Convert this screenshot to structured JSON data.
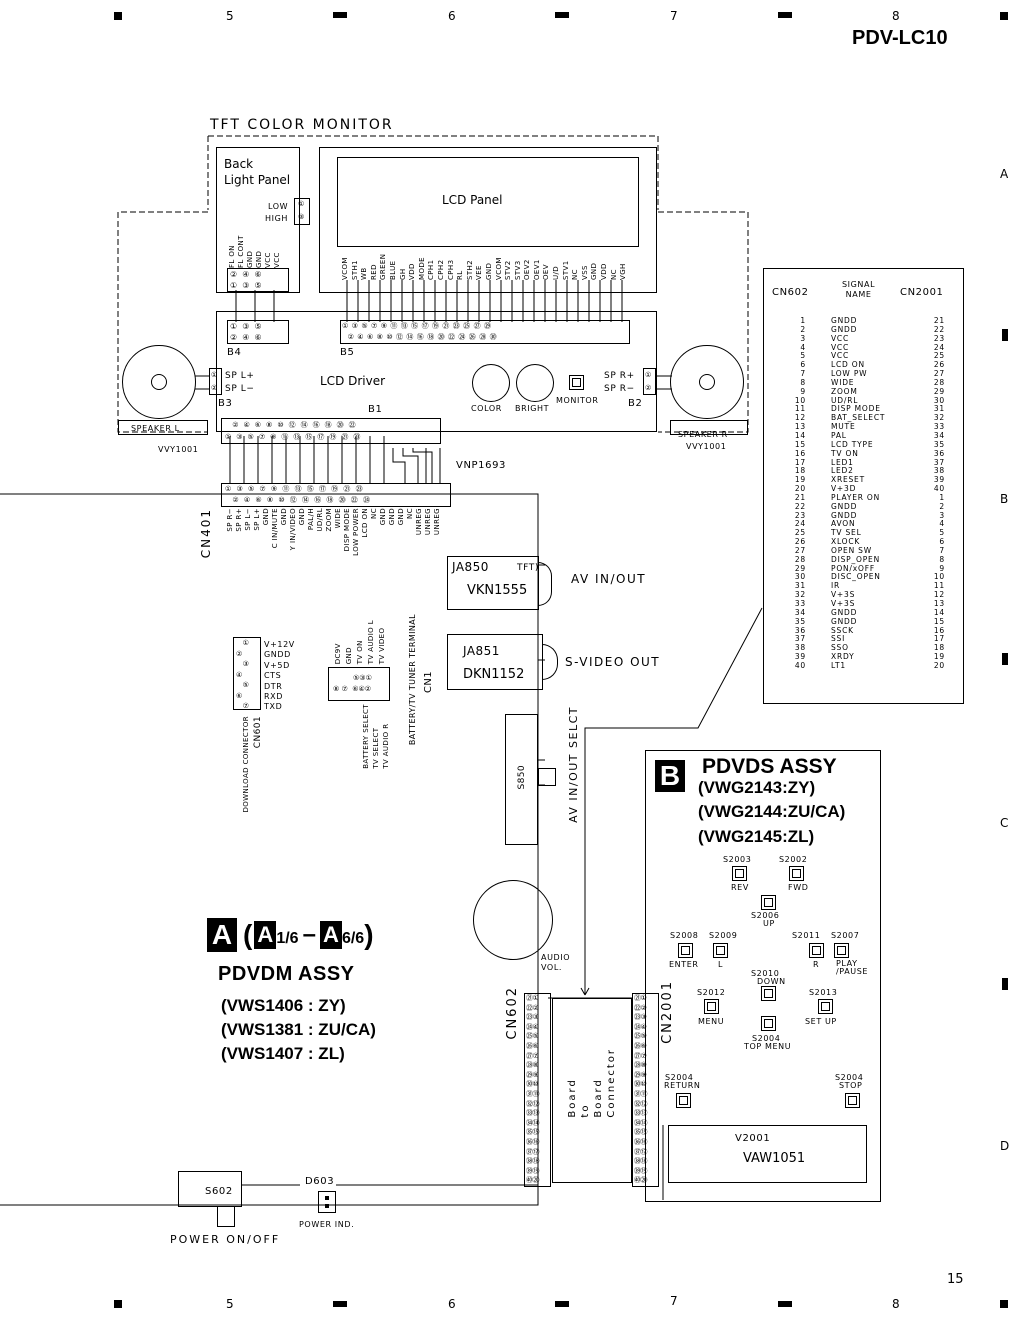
{
  "doc": {
    "model": "PDV-LC10",
    "page_number": "15",
    "col_numbers": [
      "5",
      "6",
      "7",
      "8"
    ],
    "row_letters": [
      "A",
      "B",
      "C",
      "D"
    ]
  },
  "monitor": {
    "title": "TFT COLOR MONITOR",
    "backlight": "Back\nLight Panel",
    "lcd_panel": "LCD Panel",
    "lcd_driver": "LCD Driver",
    "low": "LOW",
    "high": "HIGH",
    "backlight_pins": [
      "FL ON",
      "FL CONT",
      "GND",
      "GND",
      "VCC",
      "VCC"
    ],
    "lcd_pins": [
      "VCOM",
      "STH1",
      "WB",
      "RED",
      "GREEN",
      "BLUE",
      "GH",
      "VDD",
      "MODE",
      "CPH1",
      "CPH2",
      "CPH3",
      "RL",
      "STH2",
      "VEE",
      "GND",
      "VCOM",
      "STV2",
      "STV3",
      "OEV2",
      "OEV1",
      "OEV",
      "U/D",
      "STV1",
      "NC",
      "VSS",
      "GND",
      "VDD",
      "NC",
      "VGH"
    ],
    "b4": "B4",
    "b5": "B5",
    "b3": "B3",
    "b2": "B2",
    "b1": "B1",
    "sp_l_plus": "SP L+",
    "sp_l_minus": "SP L−",
    "sp_r_plus": "SP R+",
    "sp_r_minus": "SP R−",
    "speaker_l": "SPEAKER L",
    "speaker_r": "SPEAKER R",
    "vvy_l": "VVY1001",
    "vvy_r": "VVY1001",
    "color": "COLOR",
    "bright": "BRIGHT",
    "monitor": "MONITOR",
    "vnp": "VNP1693"
  },
  "cn401": {
    "label": "CN401",
    "pins": [
      "SP R−",
      "SP R+",
      "SP L−",
      "SP L+",
      "GND",
      "C IN/MUTE",
      "GND",
      "Y IN/VIDEO",
      "GND",
      "PAL/H",
      "UD/RL",
      "ZOOM",
      "WIDE",
      "DISP MODE",
      "LOW POWER",
      "LCD ON",
      "NC",
      "GND",
      "GND",
      "GND",
      "NC",
      "UNREG",
      "UNREG",
      "UNREG"
    ]
  },
  "jacks": {
    "ja850": "JA850",
    "ja850_tft": "TFT)",
    "ja850_part": "VKN1555",
    "ja850_label": "AV IN/OUT",
    "ja851": "JA851",
    "ja851_part": "DKN1152",
    "ja851_label": "S-VIDEO OUT"
  },
  "cn601": {
    "pins": [
      "V+12V",
      "GNDD",
      "V+5D",
      "CTS",
      "DTR",
      "RXD",
      "TXD"
    ],
    "label": "DOWNLOAD CONNECTOR",
    "ref": "CN601"
  },
  "cn1": {
    "pins": [
      "DC9V",
      "GND",
      "TV ON",
      "TV AUDIO L",
      "TV VIDEO"
    ],
    "bottom_pins": [
      "BATTERY SELECT",
      "TV SELECT",
      "TV AUDIO R"
    ],
    "label": "BATTERY/TV TUNER TERMINAL",
    "ref": "CN1"
  },
  "s850": {
    "ref": "S850",
    "label": "AV IN/OUT SELCT"
  },
  "audio_vol": "AUDIO\nVOL.",
  "cn602": "CN602",
  "cn2001": "CN2001",
  "board_to_board": "Board\nto\nBoard\nConnector",
  "s602": "S602",
  "d603": "D603",
  "power_on_off": "POWER ON/OFF",
  "power_ind": "POWER IND.",
  "assy_a": {
    "letter": "A",
    "range_start": "1/6",
    "dash": "–",
    "range_end": "6/6",
    "name": "PDVDM ASSY",
    "variants": [
      "(VWS1406 : ZY)",
      "(VWS1381 : ZU/CA)",
      "(VWS1407 : ZL)"
    ]
  },
  "assy_b": {
    "letter": "B",
    "name": "PDVDS ASSY",
    "variants": [
      "(VWG2143:ZY)",
      "(VWG2144:ZU/CA)",
      "(VWG2145:ZL)"
    ],
    "switches": [
      {
        "ref": "S2003",
        "fn": "REV"
      },
      {
        "ref": "S2002",
        "fn": "FWD"
      },
      {
        "ref": "S2006",
        "fn": "UP"
      },
      {
        "ref": "S2008",
        "fn": "ENTER"
      },
      {
        "ref": "S2009",
        "fn": "L"
      },
      {
        "ref": "S2011",
        "fn": "R"
      },
      {
        "ref": "S2007",
        "fn": "PLAY\n/PAUSE"
      },
      {
        "ref": "S2010",
        "fn": "DOWN"
      },
      {
        "ref": "S2012",
        "fn": "MENU"
      },
      {
        "ref": "S2013",
        "fn": "SET UP"
      },
      {
        "ref": "S2004",
        "fn": "TOP MENU"
      },
      {
        "ref": "S2004",
        "fn": "RETURN"
      },
      {
        "ref": "S2004",
        "fn": "STOP"
      }
    ],
    "v2001": "V2001",
    "v2001_part": "VAW1051"
  },
  "signal_table": {
    "header_left": "CN602",
    "header_mid": "SIGNAL\nNAME",
    "header_right": "CN2001",
    "rows": [
      [
        "1",
        "GNDD",
        "21"
      ],
      [
        "2",
        "GNDD",
        "22"
      ],
      [
        "3",
        "VCC",
        "23"
      ],
      [
        "4",
        "VCC",
        "24"
      ],
      [
        "5",
        "VCC",
        "25"
      ],
      [
        "6",
        "LCD ON",
        "26"
      ],
      [
        "7",
        "LOW PW",
        "27"
      ],
      [
        "8",
        "WIDE",
        "28"
      ],
      [
        "9",
        "ZOOM",
        "29"
      ],
      [
        "10",
        "UD/RL",
        "30"
      ],
      [
        "11",
        "DISP MODE",
        "31"
      ],
      [
        "12",
        "BAT_SELECT",
        "32"
      ],
      [
        "13",
        "MUTE",
        "33"
      ],
      [
        "14",
        "PAL",
        "34"
      ],
      [
        "15",
        "LCD TYPE",
        "35"
      ],
      [
        "16",
        "TV ON",
        "36"
      ],
      [
        "17",
        "LED1",
        "37"
      ],
      [
        "18",
        "LED2",
        "38"
      ],
      [
        "19",
        "XRESET",
        "39"
      ],
      [
        "20",
        "V+3D",
        "40"
      ],
      [
        "21",
        "PLAYER ON",
        "1"
      ],
      [
        "22",
        "GNDD",
        "2"
      ],
      [
        "23",
        "GNDD",
        "3"
      ],
      [
        "24",
        "AVON",
        "4"
      ],
      [
        "25",
        "TV SEL",
        "5"
      ],
      [
        "26",
        "XLOCK",
        "6"
      ],
      [
        "27",
        "OPEN SW",
        "7"
      ],
      [
        "28",
        "DISP_OPEN",
        "8"
      ],
      [
        "29",
        "PON/xOFF",
        "9"
      ],
      [
        "30",
        "DISC_OPEN",
        "10"
      ],
      [
        "31",
        "IR",
        "11"
      ],
      [
        "32",
        "V+3S",
        "12"
      ],
      [
        "33",
        "V+3S",
        "13"
      ],
      [
        "34",
        "GNDD",
        "14"
      ],
      [
        "35",
        "GNDD",
        "15"
      ],
      [
        "36",
        "SSCK",
        "16"
      ],
      [
        "37",
        "SSI",
        "17"
      ],
      [
        "38",
        "SSO",
        "18"
      ],
      [
        "39",
        "XRDY",
        "19"
      ],
      [
        "40",
        "LT1",
        "20"
      ]
    ]
  }
}
